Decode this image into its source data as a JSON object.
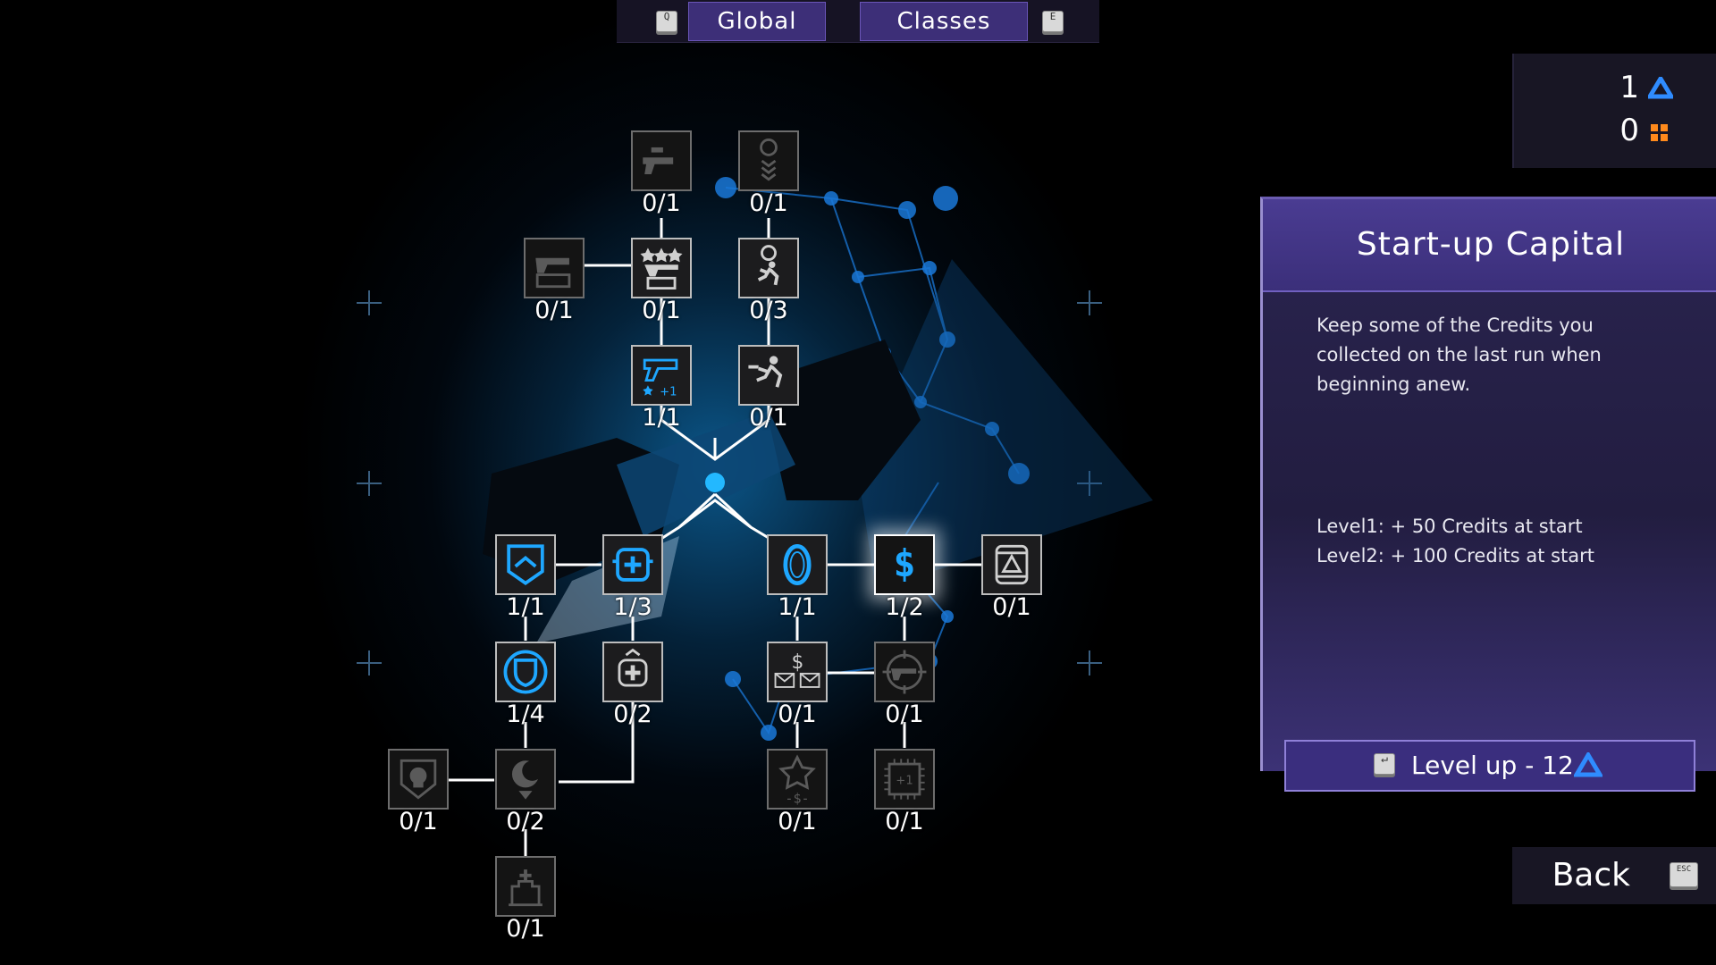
{
  "tabs": {
    "left_key": "Q",
    "right_key": "E",
    "global_label": "Global",
    "classes_label": "Classes"
  },
  "currency": {
    "primary_value": "1",
    "primary_icon": "triangle-shard-icon",
    "primary_color": "#2f8cff",
    "secondary_value": "0",
    "secondary_icon": "orange-grid-icon",
    "secondary_color": "#ff8a1c"
  },
  "info_panel": {
    "title": "Start-up Capital",
    "description": "Keep some of the Credits you collected on the last run when beginning anew.",
    "levels": [
      "Level1: + 50  Credits at start",
      "Level2: + 100  Credits at start"
    ],
    "levelup_key": "↵",
    "levelup_label": "Level up - 12"
  },
  "back": {
    "label": "Back",
    "key": "ESC"
  },
  "colors": {
    "accent_blue": "#1ea7ff",
    "panel_purple": "#3b2f7a",
    "locked_icon": "#5a5a5a",
    "unlocked_icon": "#cfcfcf"
  },
  "skill_nodes": [
    {
      "id": "weapon-upgrade",
      "count": "0/1",
      "icon": "rifle-icon",
      "state": "locked"
    },
    {
      "id": "timer-chevrons",
      "count": "0/1",
      "icon": "timer-chevrons-icon",
      "state": "locked"
    },
    {
      "id": "weapon-crate",
      "count": "0/1",
      "icon": "weapon-crate-icon",
      "state": "locked"
    },
    {
      "id": "star-weapon-chest",
      "count": "0/1",
      "icon": "star-weapon-chest-icon",
      "state": "unlocked"
    },
    {
      "id": "timer-runner",
      "count": "0/3",
      "icon": "timer-runner-icon",
      "state": "unlocked"
    },
    {
      "id": "pistol-star-plus",
      "count": "1/1",
      "icon": "pistol-star-plus-icon",
      "state": "unlocked"
    },
    {
      "id": "runner",
      "count": "0/1",
      "icon": "runner-icon",
      "state": "unlocked"
    },
    {
      "id": "armor-chevron",
      "count": "1/1",
      "icon": "armor-chevron-icon",
      "state": "unlocked"
    },
    {
      "id": "medkit",
      "count": "1/3",
      "icon": "medkit-icon",
      "state": "unlocked"
    },
    {
      "id": "portal",
      "count": "1/1",
      "icon": "portal-icon",
      "state": "unlocked"
    },
    {
      "id": "credits",
      "count": "1/2",
      "icon": "dollar-icon",
      "state": "selected"
    },
    {
      "id": "shard-canister",
      "count": "0/1",
      "icon": "shard-canister-icon",
      "state": "unlocked"
    },
    {
      "id": "shield",
      "count": "1/4",
      "icon": "shield-icon",
      "state": "unlocked"
    },
    {
      "id": "medkit-upgrade",
      "count": "0/2",
      "icon": "medkit-upgrade-icon",
      "state": "unlocked"
    },
    {
      "id": "dollar-mail",
      "count": "0/1",
      "icon": "dollar-mail-icon",
      "state": "unlocked"
    },
    {
      "id": "gun-target",
      "count": "0/1",
      "icon": "gun-target-icon",
      "state": "locked"
    },
    {
      "id": "skull-shield",
      "count": "0/1",
      "icon": "skull-shield-icon",
      "state": "locked"
    },
    {
      "id": "moon-arrow",
      "count": "0/2",
      "icon": "moon-arrow-icon",
      "state": "locked"
    },
    {
      "id": "star-dollar",
      "count": "0/1",
      "icon": "star-dollar-icon",
      "state": "locked"
    },
    {
      "id": "chip-plus-one",
      "count": "0/1",
      "icon": "chip-plus-one-icon",
      "state": "locked"
    },
    {
      "id": "grave-plus",
      "count": "0/1",
      "icon": "grave-plus-icon",
      "state": "locked"
    }
  ]
}
